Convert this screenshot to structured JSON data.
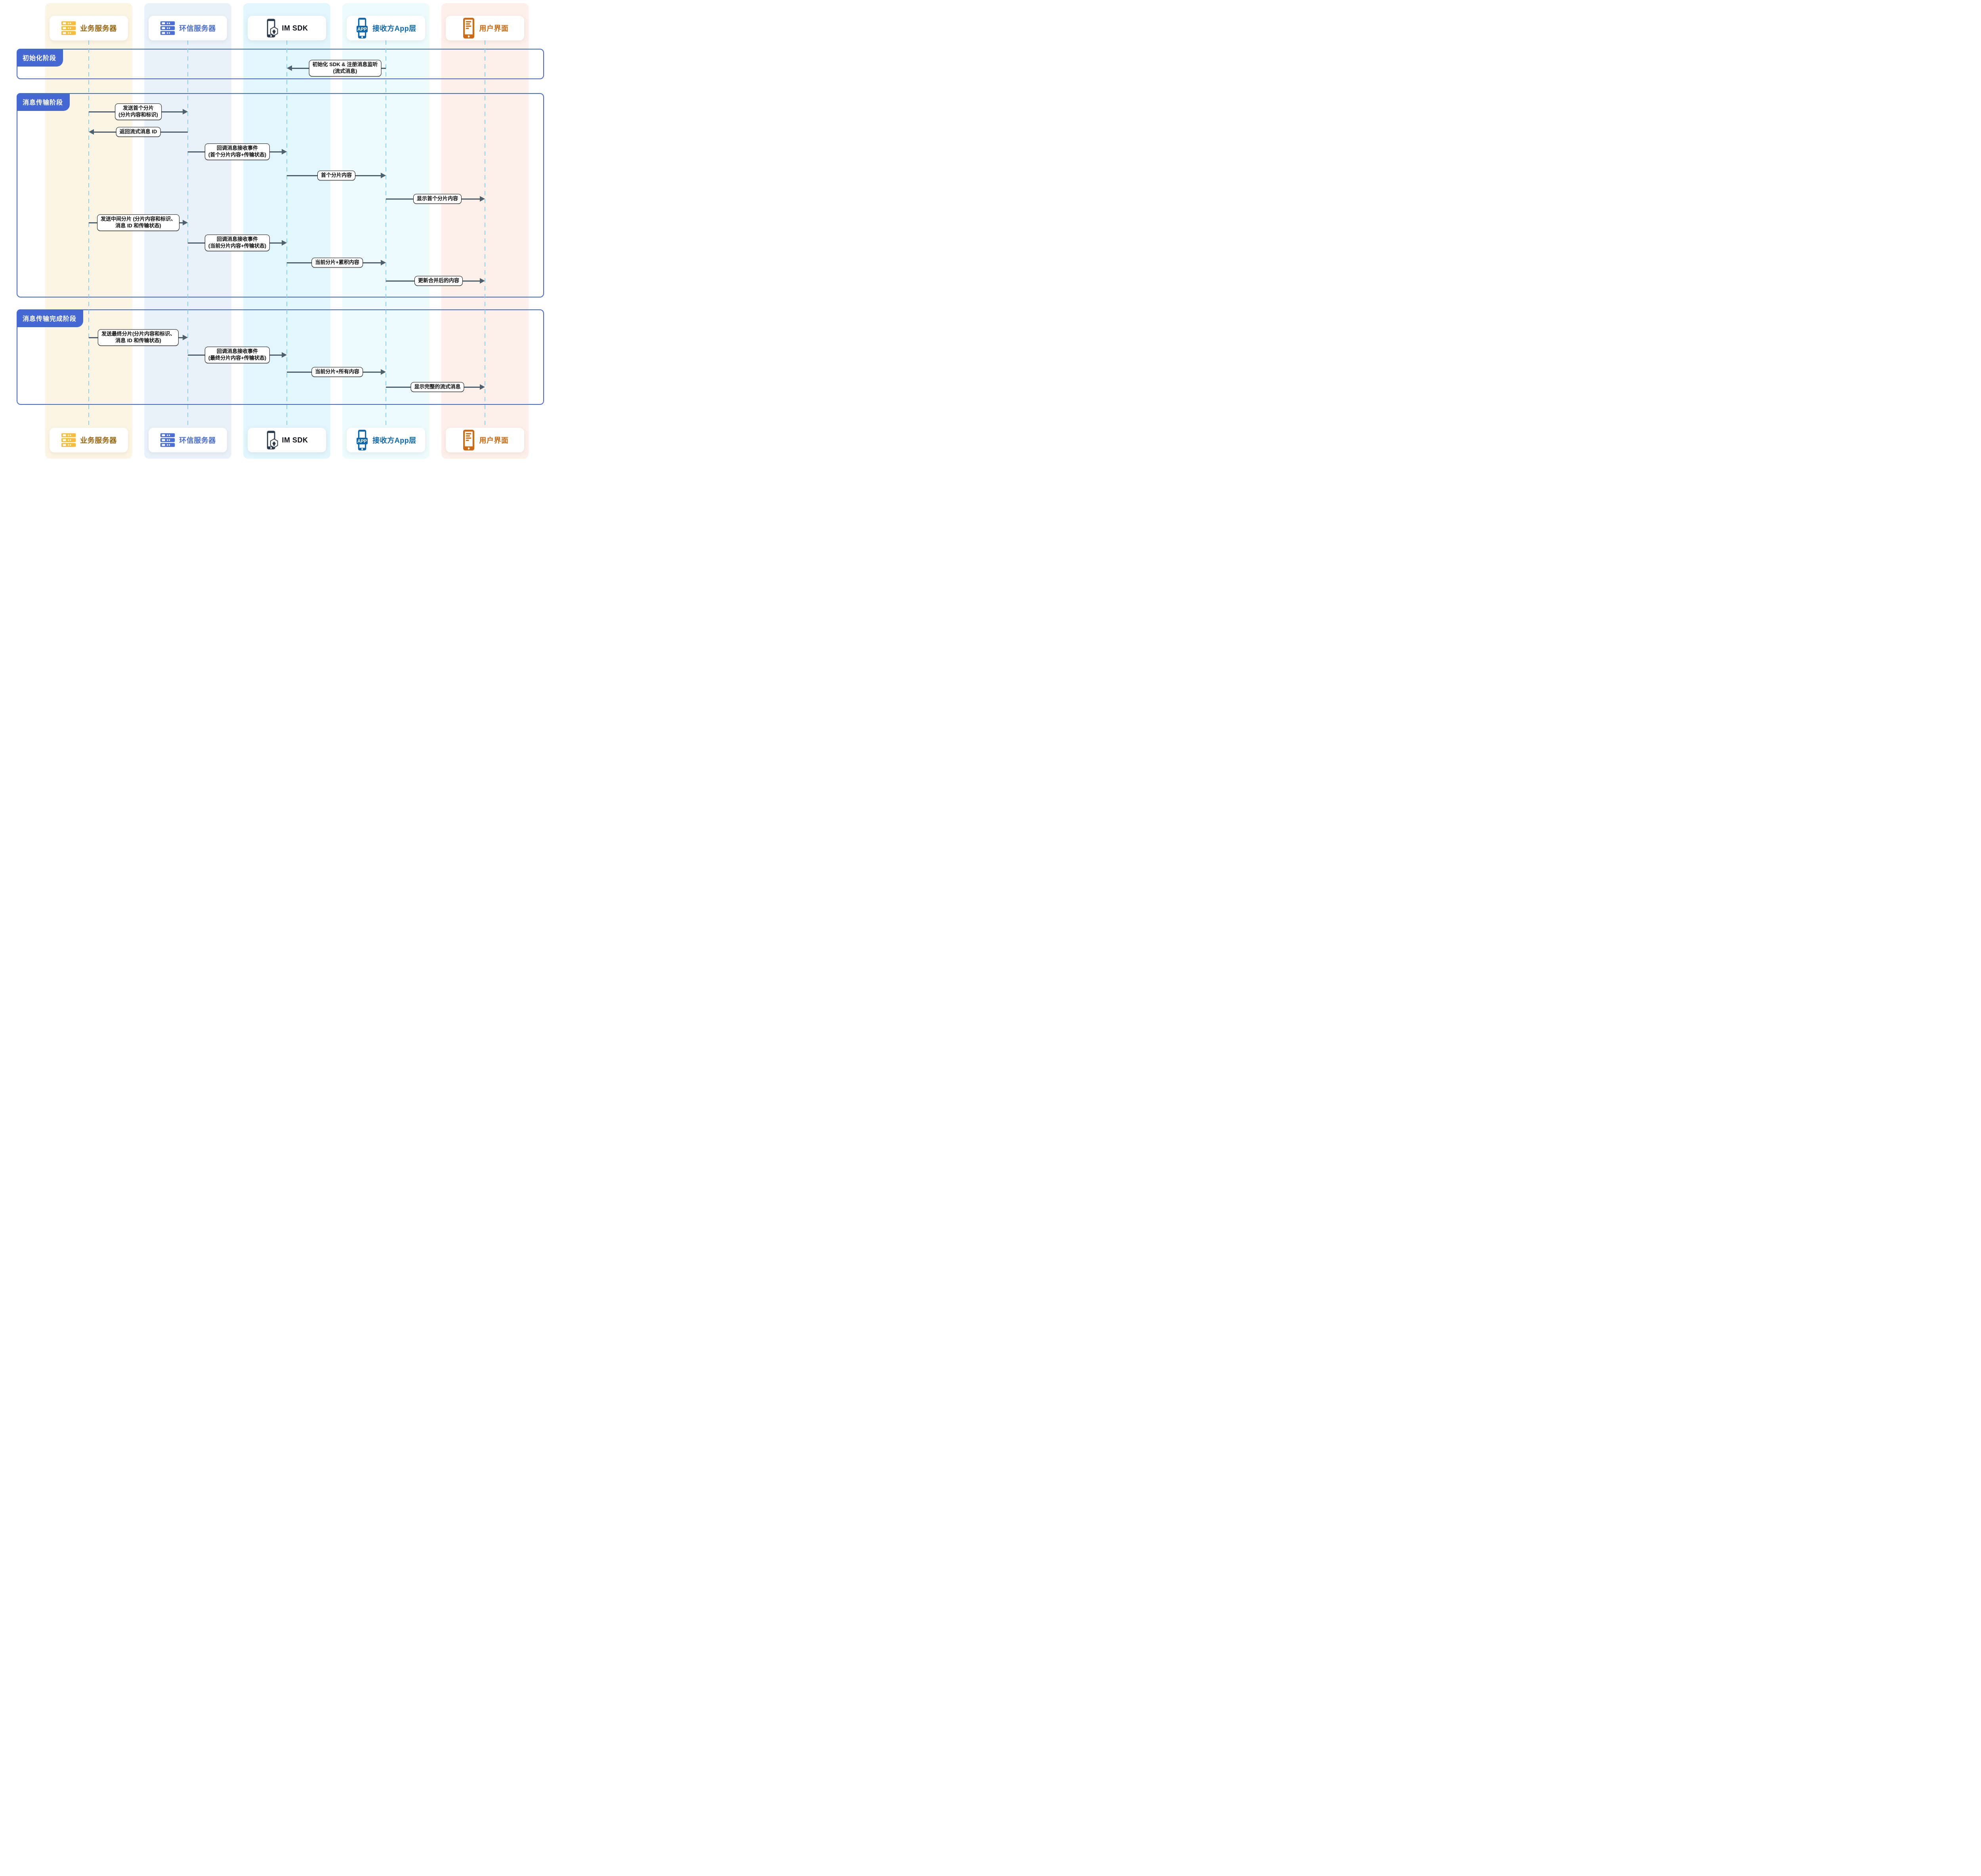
{
  "participants": [
    {
      "id": "business-server",
      "label": "业务服务器",
      "icon": "server-icon",
      "text_color": "#9a660e",
      "icon_color": "#f9bd3b",
      "lane_color": "#fdf5e3"
    },
    {
      "id": "easemob-server",
      "label": "环信服务器",
      "icon": "server-icon",
      "text_color": "#4a6fd6",
      "icon_color": "#4a6fd6",
      "lane_color": "#e9f1fb"
    },
    {
      "id": "im-sdk",
      "label": "IM SDK",
      "icon": "sdk-phone-icon",
      "text_color": "#0d1117",
      "icon_color": "#2b3b4c",
      "lane_color": "#e1f6fd"
    },
    {
      "id": "receiver-app-layer",
      "label": "接收方App层",
      "icon": "app-phone-icon",
      "text_color": "#0f68ae",
      "icon_color": "#0f68ae",
      "lane_color": "#eefbfd"
    },
    {
      "id": "user-interface",
      "label": "用户界面",
      "icon": "ui-phone-icon",
      "text_color": "#ce6a12",
      "icon_color": "#ce6a12",
      "lane_color": "#fdf0e9"
    }
  ],
  "phases": [
    {
      "id": "init",
      "label": "初始化阶段"
    },
    {
      "id": "transfer",
      "label": "消息传输阶段"
    },
    {
      "id": "complete",
      "label": "消息传输完成阶段"
    }
  ],
  "messages": [
    {
      "phase": "init",
      "from": "receiver-app-layer",
      "to": "im-sdk",
      "lines": [
        "初始化 SDK & 注册消息监听",
        "(流式消息)"
      ]
    },
    {
      "phase": "transfer",
      "from": "business-server",
      "to": "easemob-server",
      "lines": [
        "发送首个分片",
        "(分片内容和标识)"
      ]
    },
    {
      "phase": "transfer",
      "from": "easemob-server",
      "to": "business-server",
      "lines": [
        "返回流式消息 ID"
      ]
    },
    {
      "phase": "transfer",
      "from": "easemob-server",
      "to": "im-sdk",
      "lines": [
        "回调消息接收事件",
        "(首个分片内容+传输状态)"
      ]
    },
    {
      "phase": "transfer",
      "from": "im-sdk",
      "to": "receiver-app-layer",
      "lines": [
        "首个分片内容"
      ]
    },
    {
      "phase": "transfer",
      "from": "receiver-app-layer",
      "to": "user-interface",
      "lines": [
        "显示首个分片内容"
      ]
    },
    {
      "phase": "transfer",
      "from": "business-server",
      "to": "easemob-server",
      "lines": [
        "发送中间分片 (分片内容和标识、",
        "消息 ID 和传输状态)"
      ]
    },
    {
      "phase": "transfer",
      "from": "easemob-server",
      "to": "im-sdk",
      "lines": [
        "回调消息接收事件",
        "(当前分片内容+传输状态)"
      ]
    },
    {
      "phase": "transfer",
      "from": "im-sdk",
      "to": "receiver-app-layer",
      "lines": [
        "当前分片+累积内容"
      ]
    },
    {
      "phase": "transfer",
      "from": "receiver-app-layer",
      "to": "user-interface",
      "lines": [
        "更新合并后的内容"
      ]
    },
    {
      "phase": "complete",
      "from": "business-server",
      "to": "easemob-server",
      "lines": [
        "发送最终分片(分片内容和标识、",
        "消息 ID 和传输状态)"
      ]
    },
    {
      "phase": "complete",
      "from": "easemob-server",
      "to": "im-sdk",
      "lines": [
        "回调消息接收事件",
        "(最终分片内容+传输状态)"
      ]
    },
    {
      "phase": "complete",
      "from": "im-sdk",
      "to": "receiver-app-layer",
      "lines": [
        "当前分片+所有内容"
      ]
    },
    {
      "phase": "complete",
      "from": "receiver-app-layer",
      "to": "user-interface",
      "lines": [
        "显示完整的流式消息"
      ]
    }
  ],
  "colors": {
    "arrow": "#4e5f6d",
    "lifeline": "#8ed2f0",
    "phase_border": "#4468d4",
    "phase_label_bg": "#4468d4",
    "phase_label_text": "#ffffff",
    "message_border": "#0d0d0d",
    "message_bg": "#ffffff",
    "page_bg": "#ffffff"
  }
}
